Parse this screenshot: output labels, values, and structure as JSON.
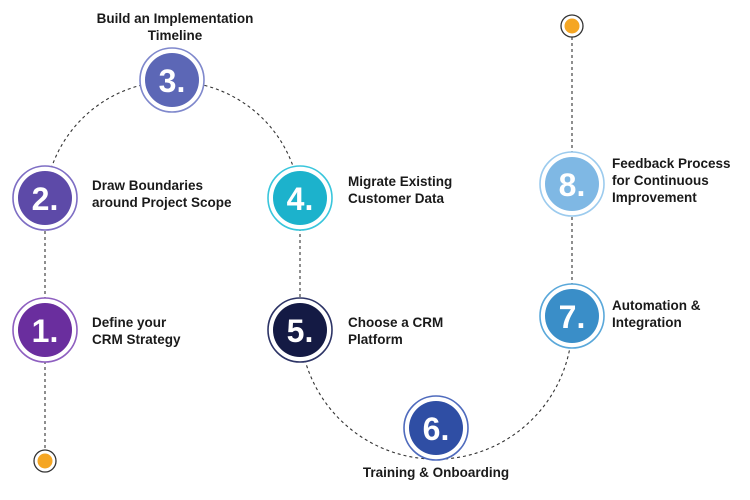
{
  "steps": [
    {
      "number": "1.",
      "lines": [
        "Define your",
        "CRM Strategy"
      ],
      "color": "#6a2e9e",
      "ring": "#8e5fc0"
    },
    {
      "number": "2.",
      "lines": [
        "Draw Boundaries",
        "around Project Scope"
      ],
      "color": "#5d4aa8",
      "ring": "#7e6ec4"
    },
    {
      "number": "3.",
      "lines": [
        "Build an Implementation",
        "Timeline"
      ],
      "color": "#5c67b6",
      "ring": "#7f88cc"
    },
    {
      "number": "4.",
      "lines": [
        "Migrate Existing",
        "Customer Data"
      ],
      "color": "#1cb2cc",
      "ring": "#39c6dc"
    },
    {
      "number": "5.",
      "lines": [
        "Choose a CRM",
        "Platform"
      ],
      "color": "#141a44",
      "ring": "#2d3466"
    },
    {
      "number": "6.",
      "lines": [
        "Training & Onboarding"
      ],
      "color": "#2f4ea4",
      "ring": "#4f6bbd"
    },
    {
      "number": "7.",
      "lines": [
        "Automation &",
        "Integration"
      ],
      "color": "#3a8ec8",
      "ring": "#5aa8da"
    },
    {
      "number": "8.",
      "lines": [
        "Feedback Process",
        "for Continuous",
        "Improvement"
      ],
      "color": "#7fb8e4",
      "ring": "#9ccbee"
    }
  ],
  "colors": {
    "endpoint": "#f5a623",
    "endpoint_ring": "#333333",
    "path": "#333333"
  }
}
